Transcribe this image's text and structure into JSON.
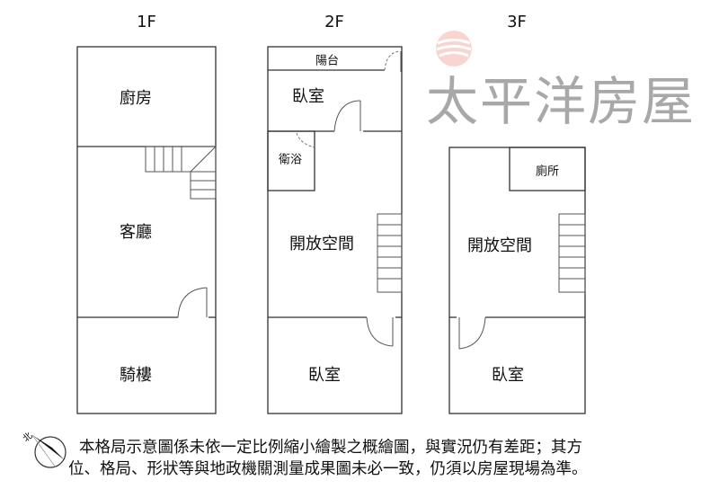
{
  "floors": [
    {
      "label": "1F",
      "rooms": [
        "廚房",
        "客廳",
        "騎樓"
      ]
    },
    {
      "label": "2F",
      "rooms": [
        "陽台",
        "臥室",
        "衛浴",
        "開放空間",
        "臥室"
      ]
    },
    {
      "label": "3F",
      "rooms": [
        "廁所",
        "開放空間",
        "臥室"
      ]
    }
  ],
  "watermark": "太平洋房屋",
  "compass_label": "北",
  "note": {
    "line1": "本格局示意圖係未依一定比例縮小繪製之概繪圖，與實況仍有差距；其方",
    "line2": "位、格局、形狀等與地政機關測量成果圖未必一致，仍須以房屋現場為準。"
  },
  "colors": {
    "logo": "#e8877f",
    "watermark": "#999999"
  }
}
